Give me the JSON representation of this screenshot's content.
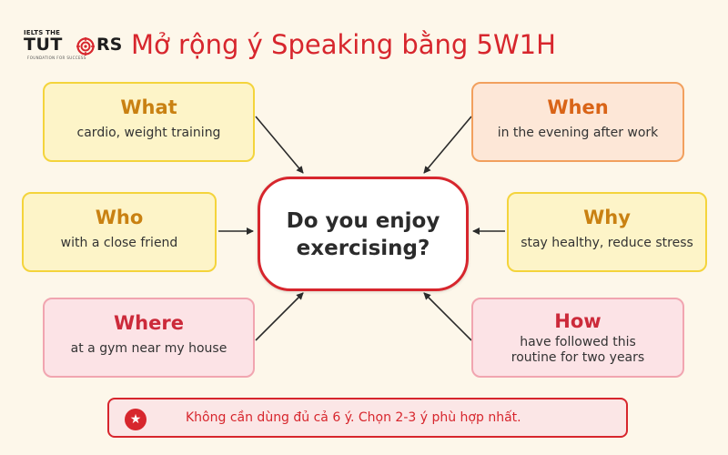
{
  "logo": {
    "line1": "IELTS THE",
    "part1": "TUT",
    "part2": "RS",
    "tagline": "FOUNDATION FOR SUCCESS",
    "icon": "target-icon"
  },
  "title": "Mở rộng ý Speaking bằng 5W1H",
  "center_question": "Do you enjoy exercising?",
  "boxes": {
    "what": {
      "heading": "What",
      "detail": "cardio, weight training"
    },
    "who": {
      "heading": "Who",
      "detail": "with a close friend"
    },
    "where": {
      "heading": "Where",
      "detail": "at a gym near my house"
    },
    "when": {
      "heading": "When",
      "detail": "in the evening after work"
    },
    "why": {
      "heading": "Why",
      "detail": "stay healthy, reduce stress"
    },
    "how": {
      "heading": "How",
      "detail": "have followed this routine for two years"
    }
  },
  "note": {
    "icon": "star-icon",
    "text": "Không cần dùng đủ cả 6 ý. Chọn 2-3 ý phù hợp nhất."
  },
  "colors": {
    "accent": "#d7262d",
    "yellow": "#f4d43c",
    "orange": "#f2a05e",
    "pink": "#f1a5b0",
    "background": "#fdf7ea"
  }
}
